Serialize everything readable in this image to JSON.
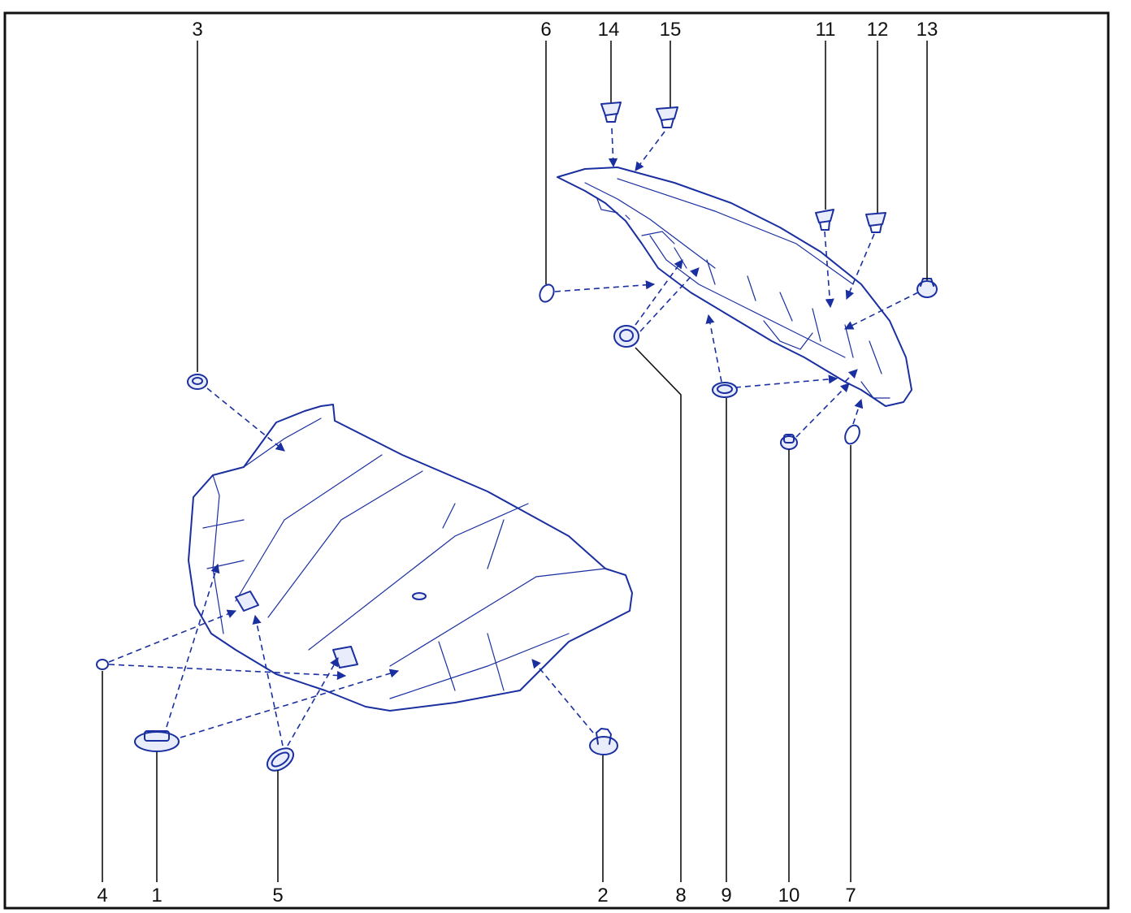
{
  "colors": {
    "line_art": "#1a2fa0",
    "frame": "#111111",
    "background": "#ffffff"
  },
  "callouts": {
    "c1": "1",
    "c2": "2",
    "c3": "3",
    "c4": "4",
    "c5": "5",
    "c6": "6",
    "c7": "7",
    "c8": "8",
    "c9": "9",
    "c10": "10",
    "c11": "11",
    "c12": "12",
    "c13": "13",
    "c14": "14",
    "c15": "15"
  }
}
